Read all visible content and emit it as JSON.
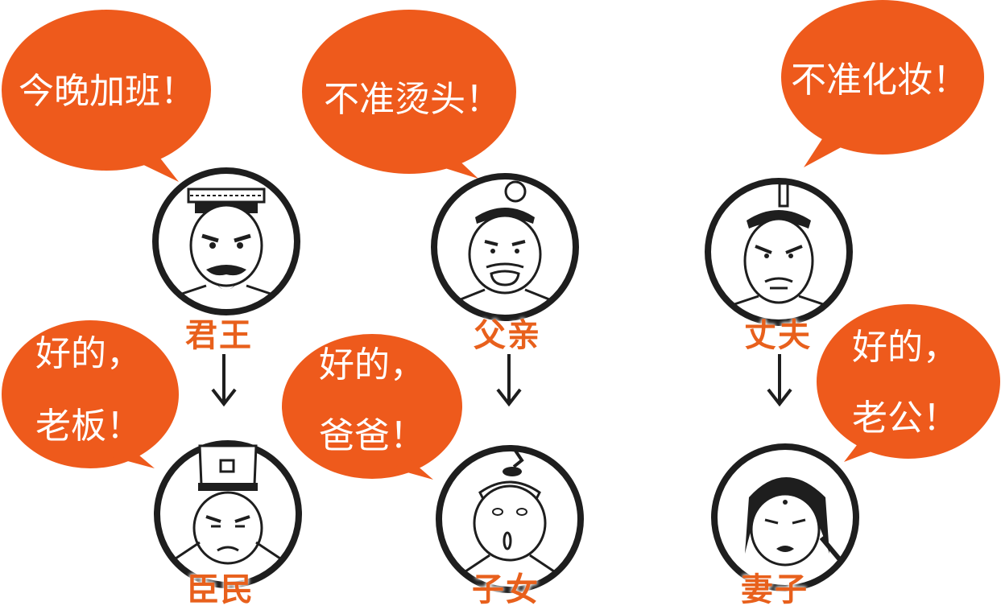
{
  "colors": {
    "bubble": "#ee5a1c",
    "label": "#e8601c",
    "ink": "#1e1e1e"
  },
  "groups": [
    {
      "top": {
        "role": "君王",
        "speech": "今晚加班！"
      },
      "bottom": {
        "role": "臣民",
        "speech_line1": "好的，",
        "speech_line2": "老板！"
      }
    },
    {
      "top": {
        "role": "父亲",
        "speech": "不准烫头！"
      },
      "bottom": {
        "role": "子女",
        "speech_line1": "好的，",
        "speech_line2": "爸爸！"
      }
    },
    {
      "top": {
        "role": "丈夫",
        "speech": "不准化妆！"
      },
      "bottom": {
        "role": "妻子",
        "speech_line1": "好的，",
        "speech_line2": "老公！"
      }
    }
  ],
  "icons": {
    "arrow": "down-arrow-icon",
    "king": "king-avatar-icon",
    "minister": "minister-avatar-icon",
    "father": "father-avatar-icon",
    "child": "child-avatar-icon",
    "husband": "husband-avatar-icon",
    "wife": "wife-avatar-icon"
  }
}
